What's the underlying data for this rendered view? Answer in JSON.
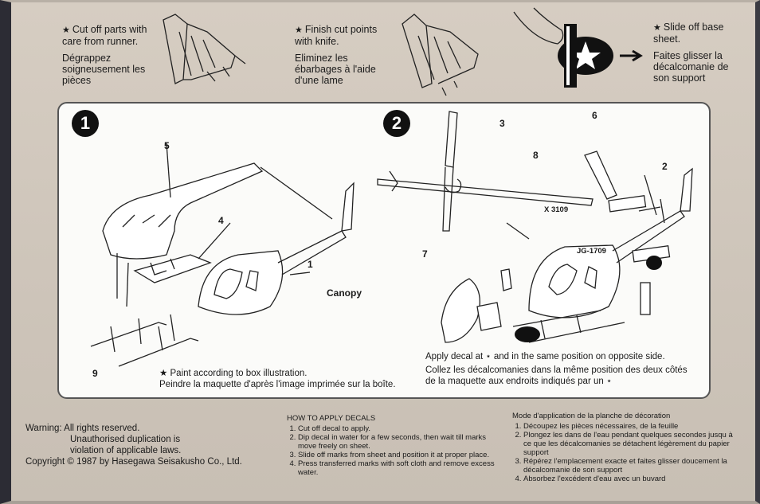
{
  "tips": [
    {
      "en": "Cut off parts with care from runner.",
      "fr": "Dégrappez soigneusement les pièces"
    },
    {
      "en": "Finish cut points with knife.",
      "fr": "Eliminez les ébarbages à l'aide d'une lame"
    },
    {
      "en": "Slide off base sheet.",
      "fr": "Faites glisser la décalcomanie de son support"
    }
  ],
  "star_symbol": "★",
  "step1": {
    "number": "1",
    "parts": [
      "5",
      "4",
      "1",
      "9"
    ],
    "paint_en": "Paint according to box illustration.",
    "paint_fr": "Peindre la maquette d'après l'image imprimée sur la boîte."
  },
  "step2": {
    "number": "2",
    "parts": [
      "3",
      "8",
      "6",
      "2",
      "7"
    ],
    "canopy_label": "Canopy",
    "decal_codes": [
      "X 3109",
      "JG-1709"
    ],
    "decal_en": "Apply decal at ⋆ and in the same position on opposite side.",
    "decal_fr_1": "Collez les décalcomanies dans la même position des deux côtés",
    "decal_fr_2": "de la maquette aux endroits indiqués par un ⋆"
  },
  "warning": {
    "label": "Warning:",
    "line1": "All rights reserved.",
    "line2": "Unauthorised duplication is",
    "line3": "violation of applicable laws.",
    "copyright": "Copyright © 1987 by Hasegawa Seisakusho Co., Ltd."
  },
  "how_to": {
    "title": "HOW TO APPLY DECALS",
    "steps": [
      "Cut off decal to apply.",
      "Dip decal in water for a few seconds, then wait till marks move freely on sheet.",
      "Slide off marks from sheet and position it at proper place.",
      "Press transferred marks with soft cloth and remove excess water."
    ]
  },
  "mode": {
    "title": "Mode d'application de la planche de décoration",
    "steps": [
      "Découpez les pièces nécessaires, de la feuille",
      "Plongez les dans de l'eau pendant quelques secondes jusqu à ce que les décalcomanies se détachent légèrement du papier support",
      "Répérez l'emplacement exacte et faites glisser doucement la décalcomanie de son support",
      "Absorbez l'excédent d'eau avec un buvard"
    ]
  }
}
